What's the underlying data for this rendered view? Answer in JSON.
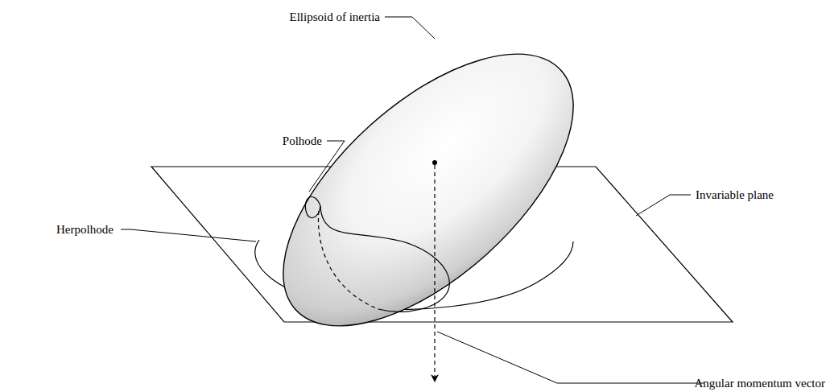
{
  "diagram": {
    "labels": [
      "Ellipsoid of inertia",
      "Polhode",
      "Herpolhode",
      "Invariable plane",
      "Angular momentum vector"
    ]
  }
}
